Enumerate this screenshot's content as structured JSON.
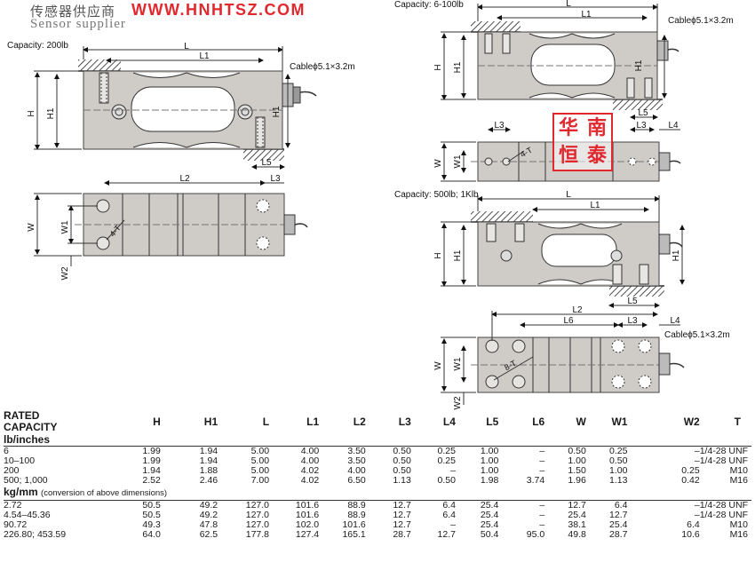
{
  "header": {
    "company_cn": "传感器供应商",
    "website": "WWW.HNHTSZ.COM",
    "company_en": "Sensor supplier"
  },
  "stamp": {
    "chars": [
      "华",
      "南",
      "恒",
      "泰"
    ]
  },
  "figures": {
    "fig200": {
      "capacity": "Capacity: 200lb",
      "cable": "Cableϕ5.1×3.2m",
      "dims": {
        "L": "L",
        "L1": "L1",
        "H": "H",
        "H1": "H1",
        "L5": "L5",
        "L2": "L2",
        "L3": "L3",
        "W": "W",
        "W1": "W1",
        "W2": "W2",
        "thread": "4-T"
      }
    },
    "fig6_100": {
      "capacity": "Capacity: 6-100lb",
      "cable": "Cableϕ5.1×3.2m",
      "dims": {
        "L": "L",
        "L1": "L1",
        "H": "H",
        "H1": "H1",
        "L5": "L5",
        "L3": "L3",
        "L4": "L4",
        "W": "W",
        "W1": "W1",
        "thread": "4-T"
      }
    },
    "fig500": {
      "capacity": "Capacity: 500lb; 1Klb",
      "cable": "Cableϕ5.1×3.2m",
      "dims": {
        "L": "L",
        "L1": "L1",
        "H": "H",
        "H1": "H1",
        "L5": "L5",
        "L2": "L2",
        "L6": "L6",
        "L3": "L3",
        "L4": "L4",
        "W": "W",
        "W1": "W1",
        "W2": "W2",
        "thread": "8-T"
      }
    }
  },
  "table": {
    "header_line1": "RATED",
    "header_line2": "CAPACITY",
    "columns": [
      "H",
      "H1",
      "L",
      "L1",
      "L2",
      "L3",
      "L4",
      "L5",
      "L6",
      "W",
      "W1",
      "W2",
      "T"
    ],
    "section1": {
      "title": "lb/inches",
      "note": "",
      "rows": [
        {
          "capacity": "6",
          "values": [
            "1.99",
            "1.94",
            "5.00",
            "4.00",
            "3.50",
            "0.50",
            "0.25",
            "1.00",
            "–",
            "0.50",
            "0.25",
            "–",
            "1/4-28 UNF"
          ]
        },
        {
          "capacity": "10–100",
          "values": [
            "1.99",
            "1.94",
            "5.00",
            "4.00",
            "3.50",
            "0.50",
            "0.25",
            "1.00",
            "–",
            "1.00",
            "0.50",
            "–",
            "1/4-28 UNF"
          ]
        },
        {
          "capacity": "200",
          "values": [
            "1.94",
            "1.88",
            "5.00",
            "4.02",
            "4.00",
            "0.50",
            "–",
            "1.00",
            "–",
            "1.50",
            "1.00",
            "0.25",
            "M10"
          ]
        },
        {
          "capacity": "500; 1,000",
          "values": [
            "2.52",
            "2.46",
            "7.00",
            "4.02",
            "6.50",
            "1.13",
            "0.50",
            "1.98",
            "3.74",
            "1.96",
            "1.13",
            "0.42",
            "M16"
          ]
        }
      ]
    },
    "section2": {
      "title": "kg/mm",
      "note": "(conversion of above dimensions)",
      "rows": [
        {
          "capacity": "2.72",
          "values": [
            "50.5",
            "49.2",
            "127.0",
            "101.6",
            "88.9",
            "12.7",
            "6.4",
            "25.4",
            "–",
            "12.7",
            "6.4",
            "–",
            "1/4-28 UNF"
          ]
        },
        {
          "capacity": "4.54–45.36",
          "values": [
            "50.5",
            "49.2",
            "127.0",
            "101.6",
            "88.9",
            "12.7",
            "6.4",
            "25.4",
            "–",
            "25.4",
            "12.7",
            "–",
            "1/4-28 UNF"
          ]
        },
        {
          "capacity": "90.72",
          "values": [
            "49.3",
            "47.8",
            "127.0",
            "102.0",
            "101.6",
            "12.7",
            "–",
            "25.4",
            "–",
            "38.1",
            "25.4",
            "6.4",
            "M10"
          ]
        },
        {
          "capacity": "226.80; 453.59",
          "values": [
            "64.0",
            "62.5",
            "177.8",
            "127.4",
            "165.1",
            "28.7",
            "12.7",
            "50.4",
            "95.0",
            "49.8",
            "28.7",
            "10.6",
            "M16"
          ]
        }
      ]
    }
  }
}
